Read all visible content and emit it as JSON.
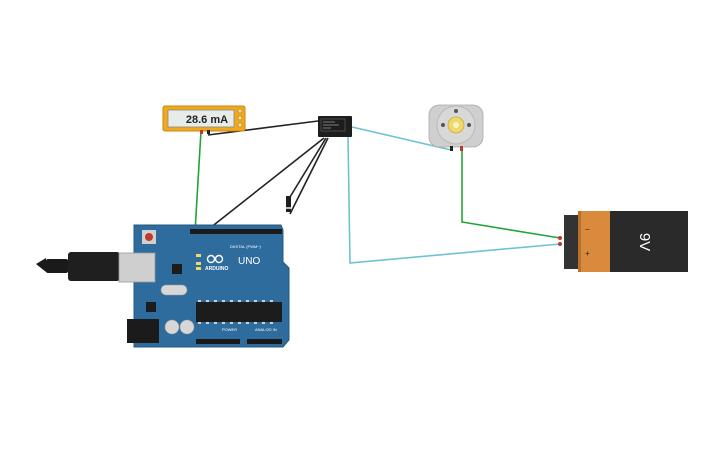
{
  "colors": {
    "wire_green": "#22a33a",
    "wire_cyan": "#6ec3cf",
    "wire_black": "#222222",
    "arduino_blue": "#2e6c9e",
    "multimeter_orange": "#f0a91e",
    "battery_orange": "#d98a3c",
    "battery_black": "#2a2a2a"
  },
  "multimeter": {
    "reading": "28.6 mA"
  },
  "arduino": {
    "brand": "ARDUINO",
    "model": "UNO",
    "digital_label": "DIGITAL (PWM~)",
    "power_label": "POWER",
    "analog_label": "ANALOG IN",
    "icon": "infinity-logo-icon"
  },
  "battery": {
    "voltage_label": "9V",
    "minus": "−",
    "plus": "+"
  },
  "motor": {
    "icon": "dc-motor-icon"
  },
  "relay": {
    "icon": "relay-icon"
  },
  "diode": {
    "icon": "diode-icon"
  }
}
